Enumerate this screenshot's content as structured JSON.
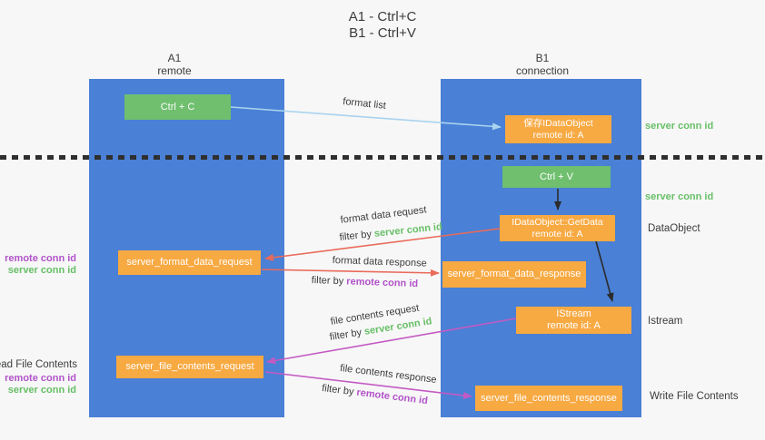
{
  "title": {
    "line1": "A1 - Ctrl+C",
    "line2": "B1 - Ctrl+V"
  },
  "columns": {
    "a1": {
      "name": "A1",
      "subtitle": "remote"
    },
    "b1": {
      "name": "B1",
      "subtitle": "connection"
    }
  },
  "nodes": {
    "ctrl_c": "Ctrl + C",
    "ctrl_v": "Ctrl + V",
    "save_idataobject": {
      "line1": "保存IDataObject",
      "line2": "remote id: A"
    },
    "getdata": {
      "line1": "IDataObject::GetData",
      "line2": "remote id: A"
    },
    "istream": {
      "line1": "IStream",
      "line2": "remote id: A"
    },
    "format_request": "server_format_data_request",
    "format_response": "server_format_data_response",
    "file_request": "server_file_contents_request",
    "file_response": "server_file_contents_response"
  },
  "arrow_labels": {
    "format_list": "format list",
    "format_data_request": "format data request",
    "format_data_response": "format data response",
    "file_contents_request": "file contents request",
    "file_contents_response": "file contents response",
    "filter_by": "filter by ",
    "server_conn_id": "server conn id",
    "remote_conn_id": "remote conn id"
  },
  "side_labels": {
    "right_server_conn_id_top": "server conn id",
    "right_server_conn_id_mid": "server conn id",
    "data_object": "DataObject",
    "istream": "Istream",
    "write_file_contents": "Write File Contents",
    "read_file_contents": "Read File Contents",
    "left_remote_conn_id_top": "remote conn id",
    "left_server_conn_id_top": "server conn id",
    "left_remote_conn_id_bottom": "remote conn id",
    "left_server_conn_id_bottom": "server conn id"
  },
  "colors": {
    "background": "#f7f7f7",
    "lane_blue": "#4a80d5",
    "node_green": "#6fbf6f",
    "node_orange": "#f7a942",
    "node_text": "#ffffff",
    "arrow_blue": "#a9d3ef",
    "arrow_black": "#2b2b2b",
    "arrow_red": "#ea6a5a",
    "arrow_magenta": "#c45ac4",
    "label_dark": "#3c3c3c",
    "label_green": "#67bf67",
    "label_purple": "#b153c9",
    "divider": "#2f2f2f"
  }
}
